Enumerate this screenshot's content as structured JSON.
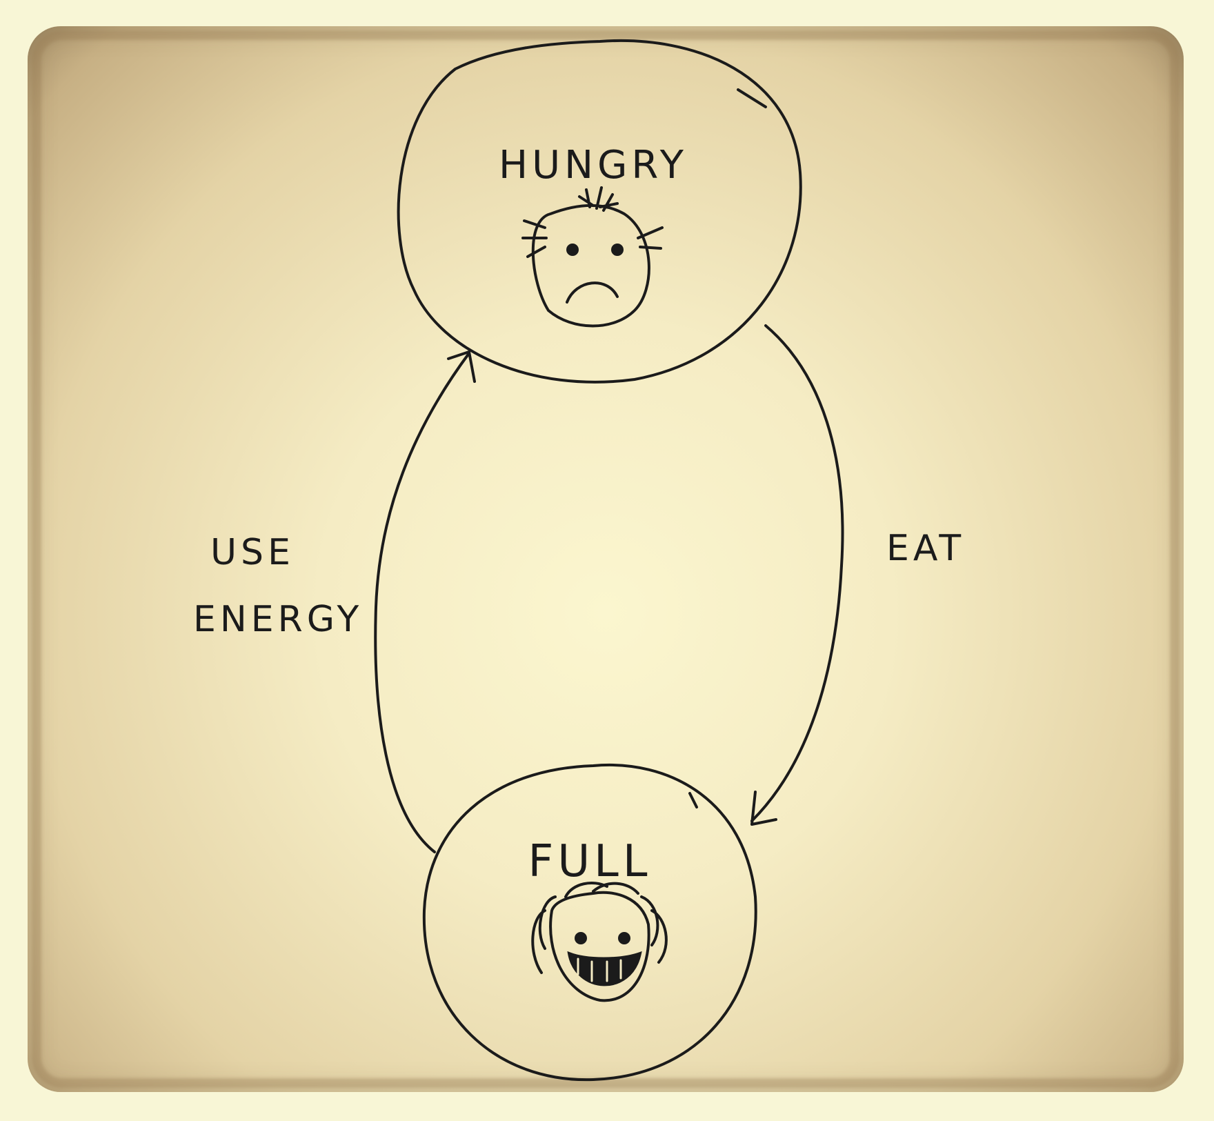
{
  "nodes": {
    "hungry": {
      "label": "HUNGRY"
    },
    "full": {
      "label": "FULL"
    }
  },
  "edges": {
    "eat": {
      "label": "EAT"
    },
    "use_energy": {
      "label_line1": "USE",
      "label_line2": "ENERGY"
    }
  },
  "colors": {
    "ink": "#1b1b1b",
    "paper": "#f5ecc4",
    "vignette": "#a8916a"
  },
  "icons": {
    "hungry_face": "sad-face-icon",
    "full_face": "happy-face-icon"
  }
}
